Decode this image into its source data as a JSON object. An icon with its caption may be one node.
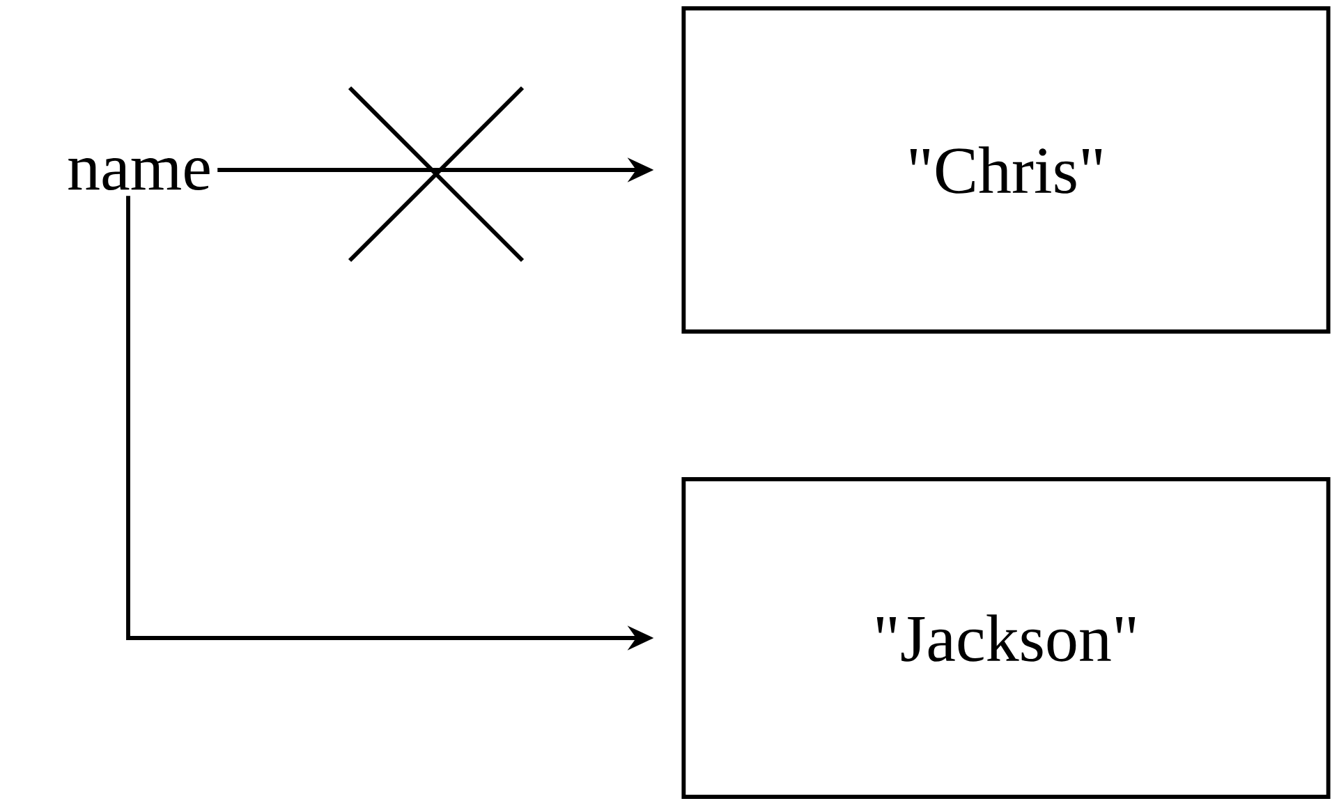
{
  "diagram": {
    "nodes": [
      {
        "text": [
          "name"
        ]
      },
      {
        "text": [
          "\"Chris\""
        ]
      },
      {
        "text": [
          "\"Jackson\""
        ]
      }
    ],
    "edges": [
      {
        "from": 0,
        "to": 1,
        "arrow": "to"
      },
      {
        "from": 0,
        "to": 2,
        "arrow": "to"
      }
    ]
  }
}
